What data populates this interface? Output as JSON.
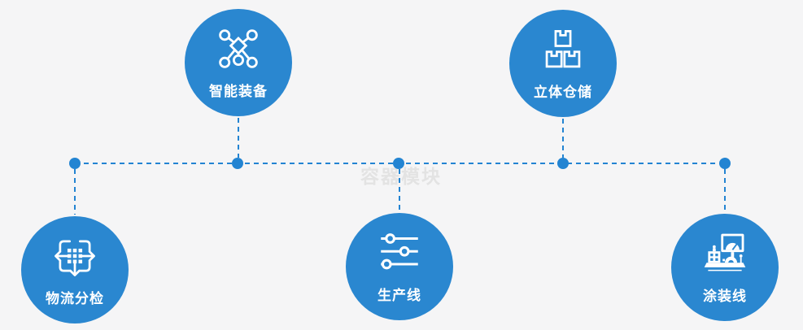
{
  "watermark": "容器模块",
  "colors": {
    "background": "#f5f5f6",
    "circle": "#2a87d0",
    "connector": "#2384d2",
    "icon": "#ffffff",
    "label": "#ffffff",
    "watermark": "#e3e3e3"
  },
  "nodes": [
    {
      "id": "smart-equipment",
      "label": "智能装备",
      "icon": "molecule-network-icon"
    },
    {
      "id": "stereo-warehouse",
      "label": "立体仓储",
      "icon": "stacked-boxes-icon"
    },
    {
      "id": "logistics-sorting",
      "label": "物流分检",
      "icon": "sorting-arrows-icon"
    },
    {
      "id": "production-line",
      "label": "生产线",
      "icon": "sliders-icon"
    },
    {
      "id": "coating-line",
      "label": "涂装线",
      "icon": "control-console-icon"
    }
  ]
}
